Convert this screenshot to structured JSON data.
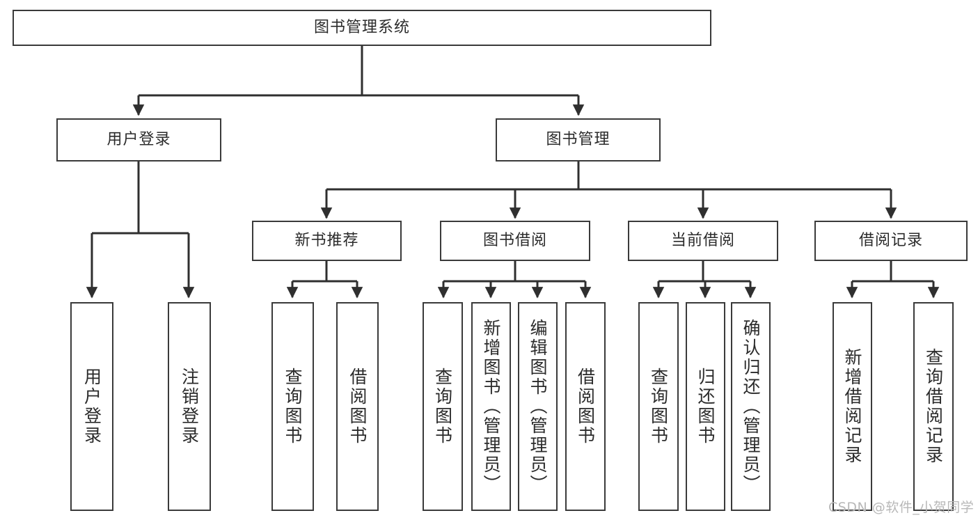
{
  "diagram": {
    "title": "图书管理系统",
    "type": "tree-hierarchy",
    "colors": {
      "box_stroke": "#3a3a3a",
      "box_fill": "#ffffff",
      "connector": "#2f2f2f",
      "text": "#2b2b2b",
      "watermark": "#b8b8b8"
    },
    "root": {
      "label": "图书管理系统"
    },
    "level2": [
      {
        "label": "用户登录"
      },
      {
        "label": "图书管理"
      }
    ],
    "level3": [
      {
        "label": "新书推荐"
      },
      {
        "label": "图书借阅"
      },
      {
        "label": "当前借阅"
      },
      {
        "label": "借阅记录"
      }
    ],
    "leaves": {
      "user_login": [
        {
          "label": "用户登录"
        },
        {
          "label": "注销登录"
        }
      ],
      "new_book_recommend": [
        {
          "label": "查询图书"
        },
        {
          "label": "借阅图书"
        }
      ],
      "book_borrow": [
        {
          "label": "查询图书"
        },
        {
          "label": "新增图书（管理员）"
        },
        {
          "label": "编辑图书（管理员）"
        },
        {
          "label": "借阅图书"
        }
      ],
      "current_borrow": [
        {
          "label": "查询图书"
        },
        {
          "label": "归还图书"
        },
        {
          "label": "确认归还（管理员）"
        }
      ],
      "borrow_record": [
        {
          "label": "新增借阅记录"
        },
        {
          "label": "查询借阅记录"
        }
      ]
    },
    "watermark": "CSDN @软件_小贺同学"
  }
}
